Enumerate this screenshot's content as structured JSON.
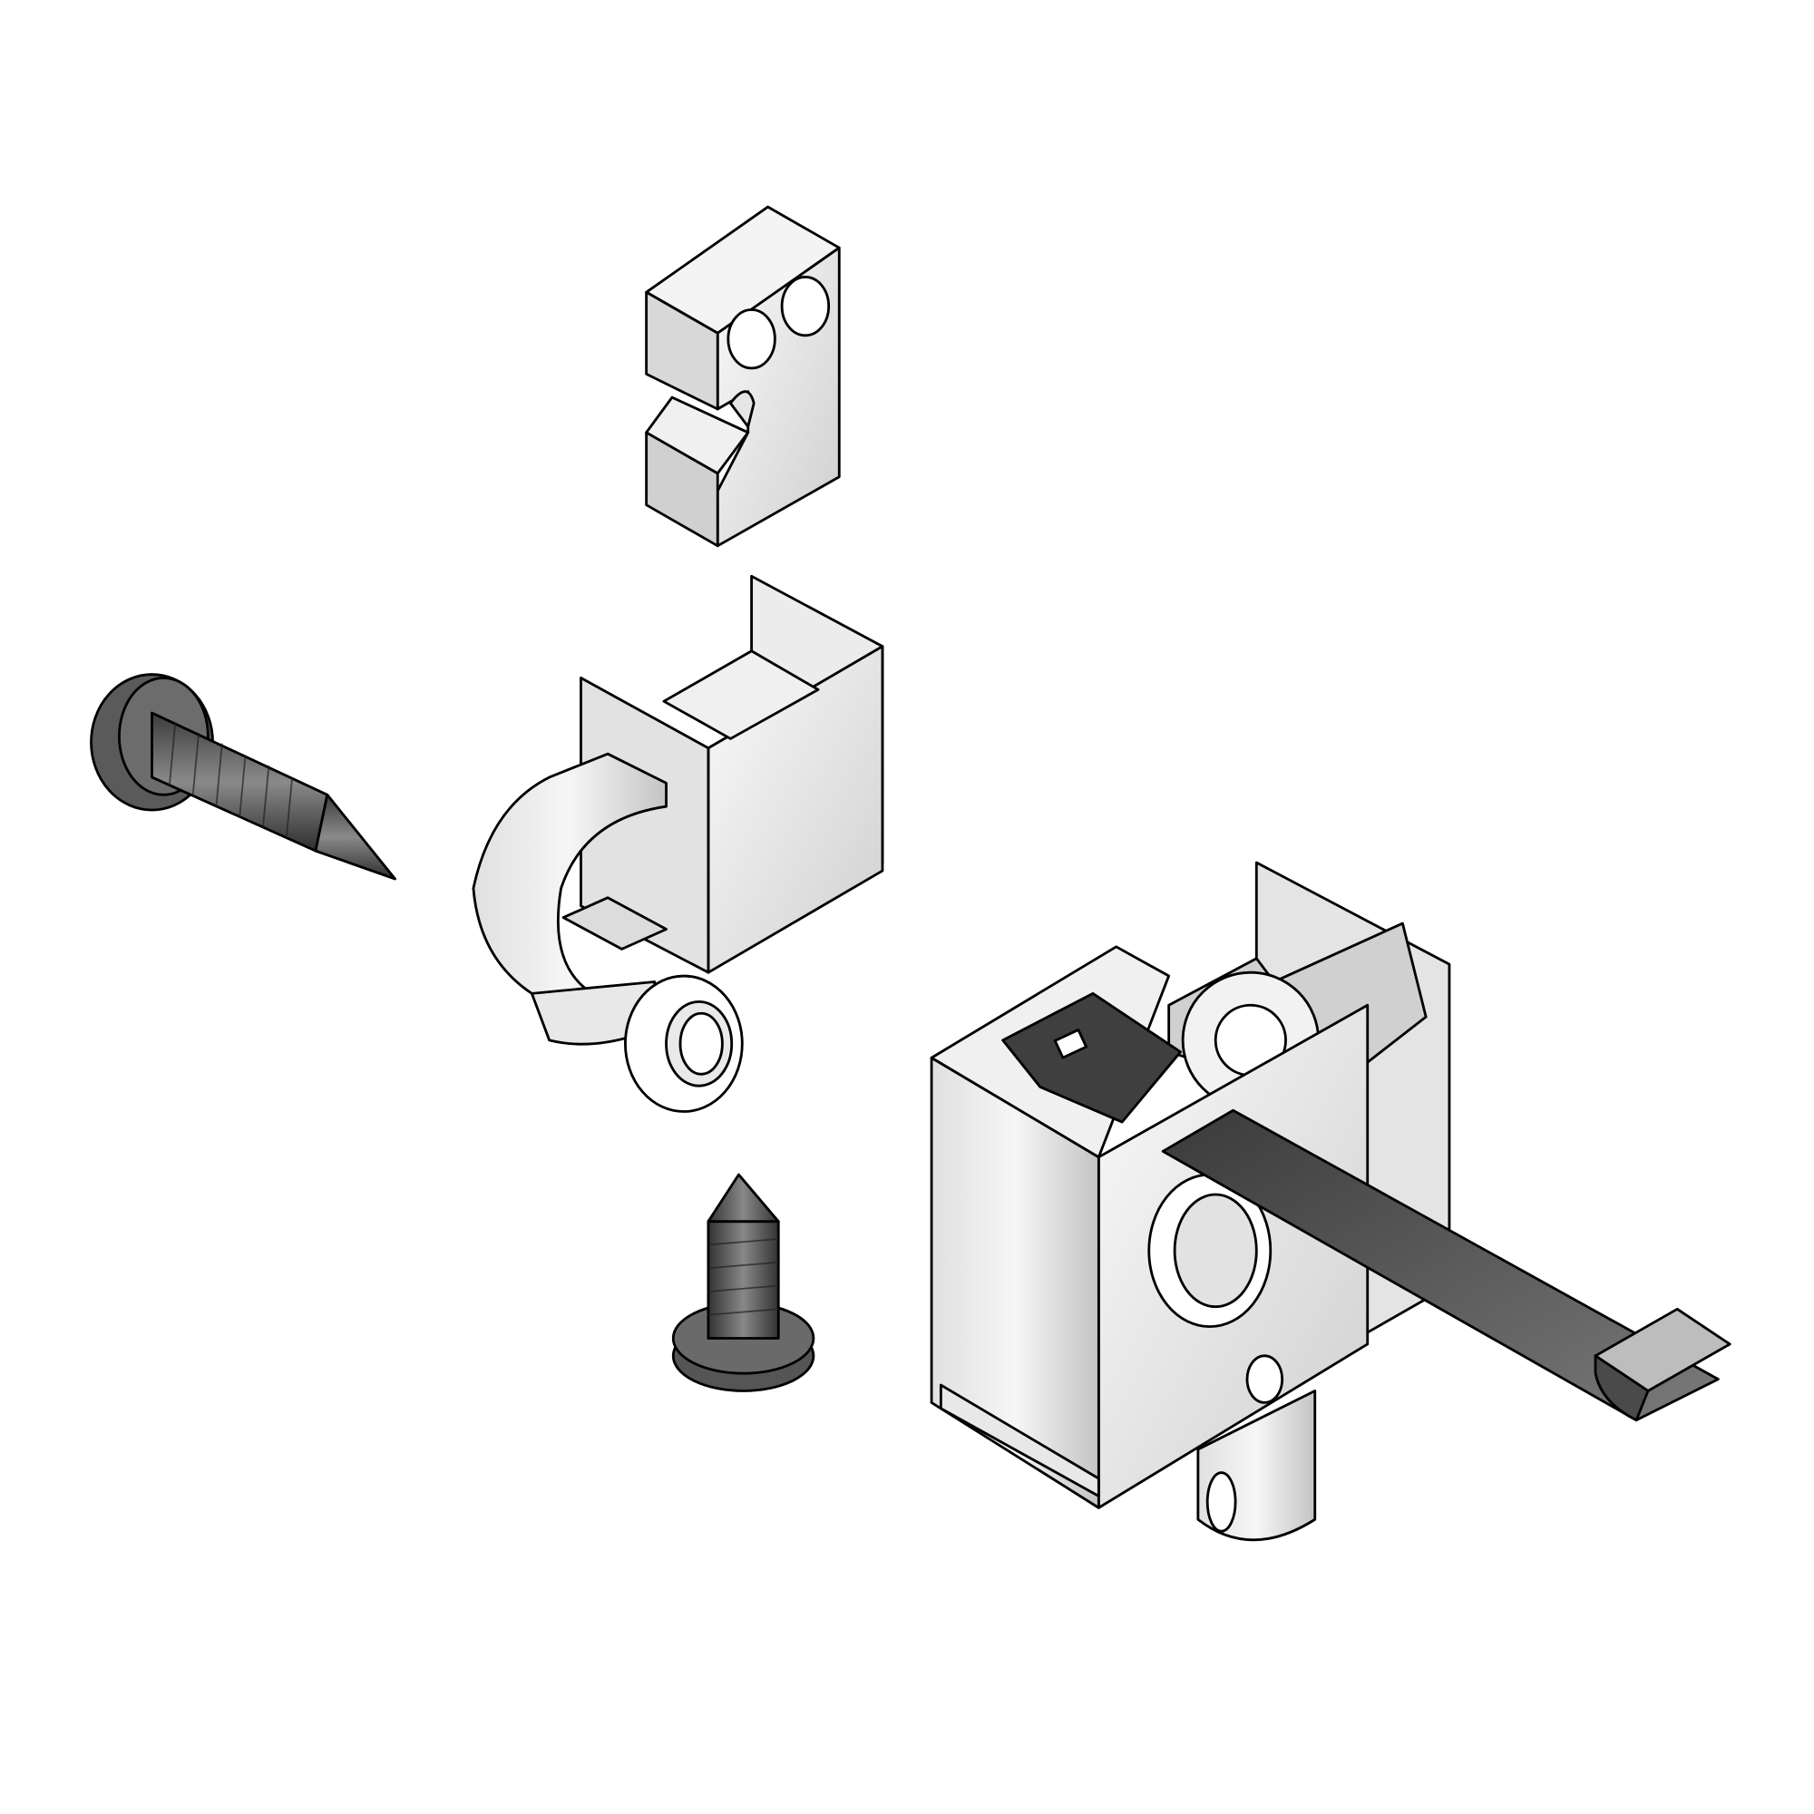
{
  "figure": {
    "kind": "exploded isometric technical illustration",
    "parts": [
      {
        "id": "clamp-block",
        "icon": "block-with-two-holes"
      },
      {
        "id": "bracket",
        "icon": "u-bracket-with-hook"
      },
      {
        "id": "long-screw",
        "icon": "tapping-screw"
      },
      {
        "id": "short-screw",
        "icon": "tapping-screw"
      },
      {
        "id": "housing",
        "icon": "terminal-housing-with-strap"
      }
    ]
  },
  "colors": {
    "background": "#ffffff",
    "outline": "#000000",
    "light_face": "#f2f2f2",
    "mid_face": "#d4d4d4",
    "dark_face": "#b8b8b8",
    "metal_dark": "#4a4a4a",
    "metal_mid": "#6e6e6e",
    "strap": "#5a5a5a"
  }
}
